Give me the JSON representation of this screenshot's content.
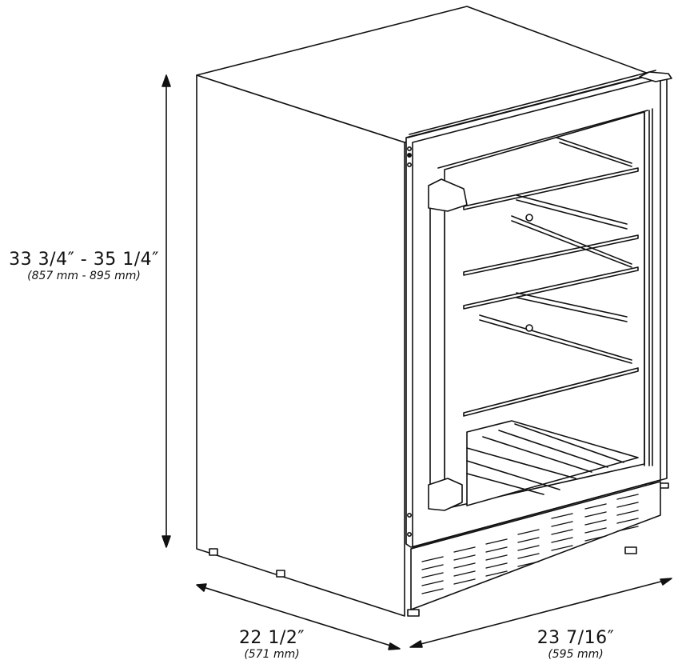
{
  "diagram": {
    "subject": "Built-in beverage/wine cooler with glass door, front-right isometric view",
    "stroke_color": "#111111",
    "background": "#ffffff",
    "dimensions": {
      "height": {
        "imperial": "33 3/4″ - 35 1/4″",
        "metric": "(857 mm - 895 mm)"
      },
      "width": {
        "imperial": "23 7/16″",
        "metric": "(595 mm)"
      },
      "depth": {
        "imperial": "22 1/2″",
        "metric": "(571 mm)"
      }
    },
    "parts": {
      "shelves": 4,
      "bottom_rack": "wave bottle rack",
      "kickplate_vent_columns": 7
    }
  }
}
